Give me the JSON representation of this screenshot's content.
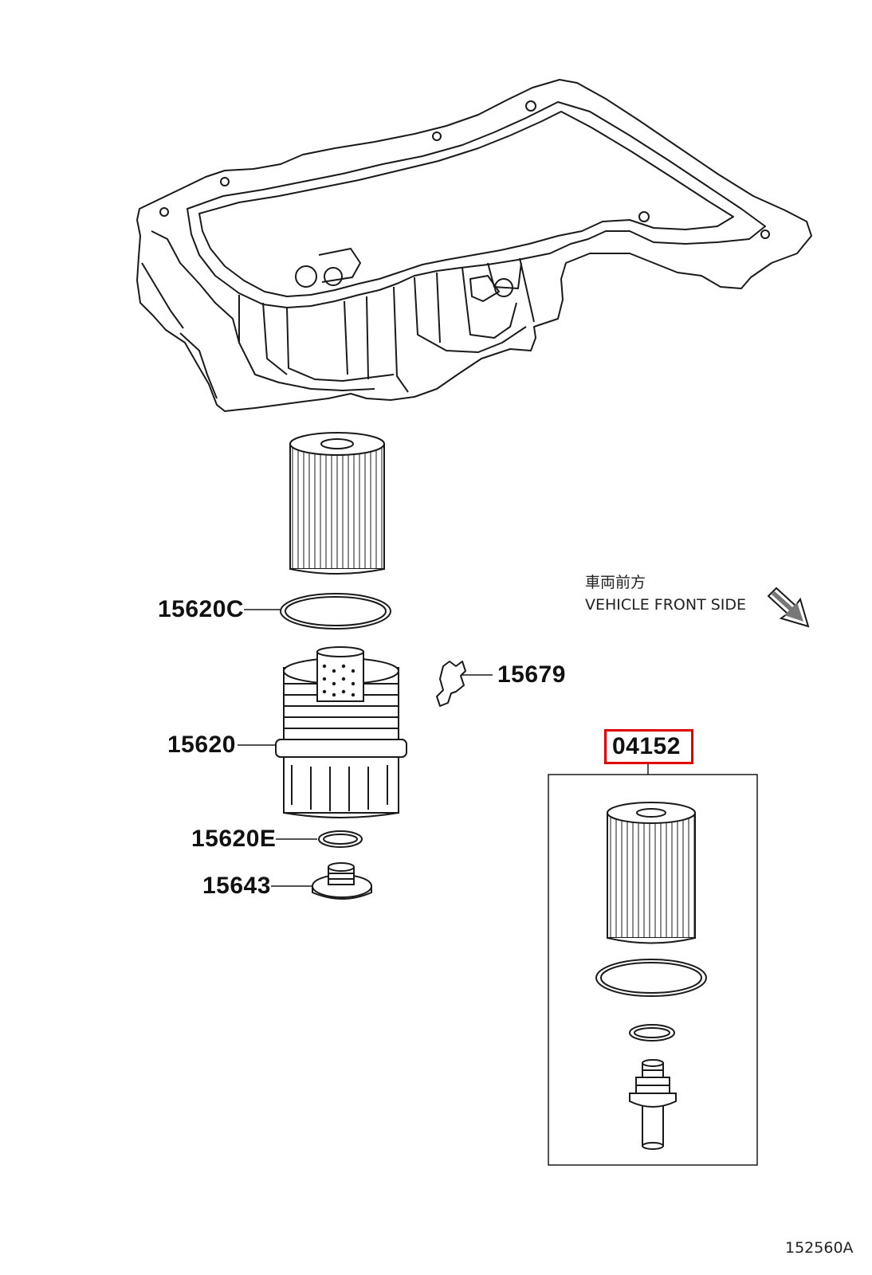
{
  "parts": {
    "p15620C": "15620C",
    "p15679": "15679",
    "p15620": "15620",
    "p15620E": "15620E",
    "p15643": "15643",
    "p04152": "04152"
  },
  "direction": {
    "jp": "車両前方",
    "en": "VEHICLE FRONT SIDE"
  },
  "figure_id": "152560A",
  "colors": {
    "line": "#1a1a1a",
    "highlight": "#e00000",
    "background": "#ffffff"
  }
}
